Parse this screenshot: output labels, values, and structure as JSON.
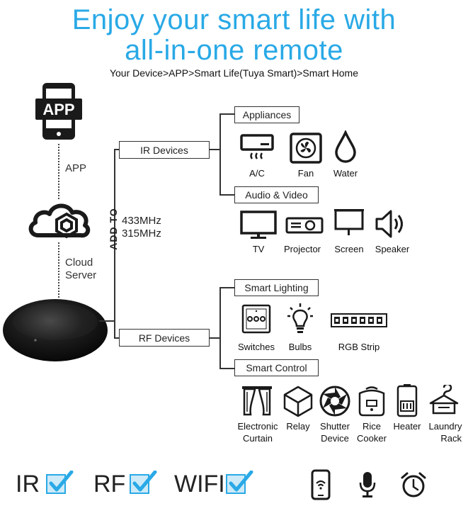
{
  "header": {
    "title_line1": "Enjoy your smart life with",
    "title_line2": "all-in-one remote",
    "subtitle": "Your Device>APP>Smart Life(Tuya Smart)>Smart Home"
  },
  "left": {
    "app_badge": "APP",
    "app_label": "APP",
    "cloud_label_1": "Cloud",
    "cloud_label_2": "Server"
  },
  "trunk": {
    "add_to": "ADD TO",
    "freq_1": "433MHz",
    "freq_2": "315MHz"
  },
  "ir": {
    "label": "IR Devices",
    "appliances": {
      "label": "Appliances",
      "items": [
        "A/C",
        "Fan",
        "Water"
      ]
    },
    "audio_video": {
      "label": "Audio & Video",
      "items": [
        "TV",
        "Projector",
        "Screen",
        "Speaker"
      ]
    }
  },
  "rf": {
    "label": "RF Devices",
    "smart_lighting": {
      "label": "Smart Lighting",
      "items": [
        "Switches",
        "Bulbs",
        "RGB Strip"
      ]
    },
    "smart_control": {
      "label": "Smart Control",
      "items": [
        {
          "l1": "Electronic",
          "l2": "Curtain"
        },
        {
          "l1": "Relay",
          "l2": ""
        },
        {
          "l1": "Shutter",
          "l2": "Device"
        },
        {
          "l1": "Rice",
          "l2": "Cooker"
        },
        {
          "l1": "Heater",
          "l2": ""
        },
        {
          "l1": "Laundry",
          "l2": "Rack"
        }
      ]
    }
  },
  "footer": {
    "ir": "IR",
    "rf": "RF",
    "wifi": "WIFI",
    "check_color": "#29a9e6",
    "icons": [
      "phone-wifi-icon",
      "microphone-icon",
      "alarm-clock-icon"
    ]
  },
  "colors": {
    "accent": "#29a9e6",
    "line": "#333333"
  }
}
